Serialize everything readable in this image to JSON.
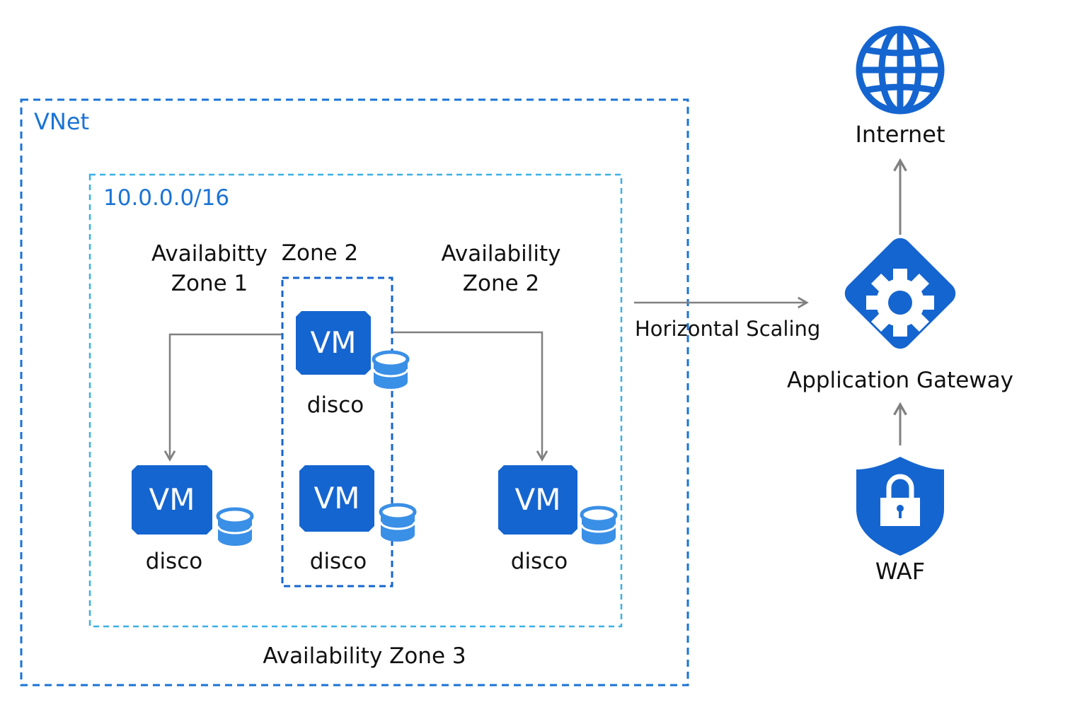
{
  "vnet": {
    "label": "VNet"
  },
  "subnet": {
    "label": "10.0.0.0/16"
  },
  "zones": {
    "az1": "Availabitty\nZone 1",
    "zone2": "Zone 2",
    "az2": "Availability\nZone 2",
    "az3": "Availability Zone 3"
  },
  "vms": [
    {
      "label": "VM",
      "disk": "disco"
    },
    {
      "label": "VM",
      "disk": "disco"
    },
    {
      "label": "VM",
      "disk": "disco"
    },
    {
      "label": "VM",
      "disk": "disco"
    }
  ],
  "scaling": {
    "label": "Horizontal Scaling"
  },
  "internet": {
    "label": "Internet"
  },
  "gateway": {
    "label": "Application Gateway"
  },
  "waf": {
    "label": "WAF"
  },
  "colors": {
    "primary": "#1565d0",
    "dark_blue": "#1a73d6",
    "light_blue": "#3ab0e6",
    "arrow": "#808080",
    "disk": "#3a8fe6"
  }
}
